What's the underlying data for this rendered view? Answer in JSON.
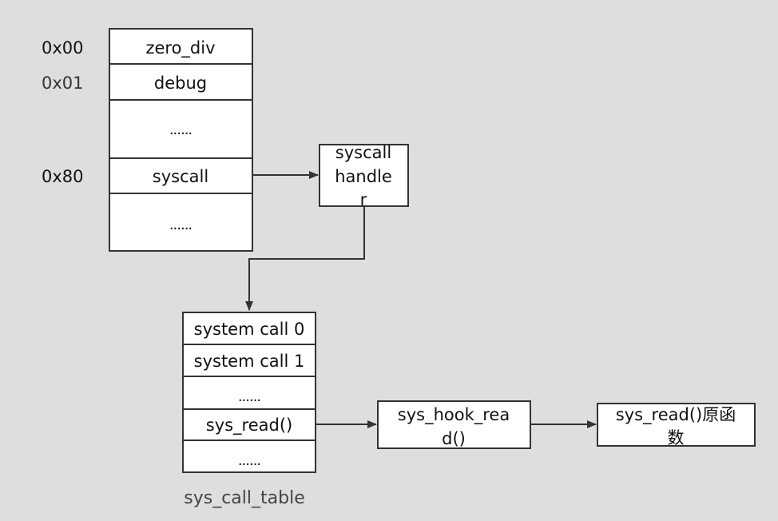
{
  "idt": {
    "offsets": [
      "0x00",
      "0x01",
      "0x80"
    ],
    "rows": [
      "zero_div",
      "debug",
      "......",
      "syscall",
      "......"
    ]
  },
  "handler": {
    "line1": "syscall",
    "line2": "handle",
    "line3": "r"
  },
  "sys_call_table": {
    "rows": [
      "system call 0",
      "system call 1",
      "......",
      "sys_read()",
      "......"
    ],
    "caption": "sys_call_table"
  },
  "hook": {
    "line1": "sys_hook_rea",
    "line2": "d()"
  },
  "original": {
    "line1": "sys_read()原函",
    "line2": "数"
  }
}
